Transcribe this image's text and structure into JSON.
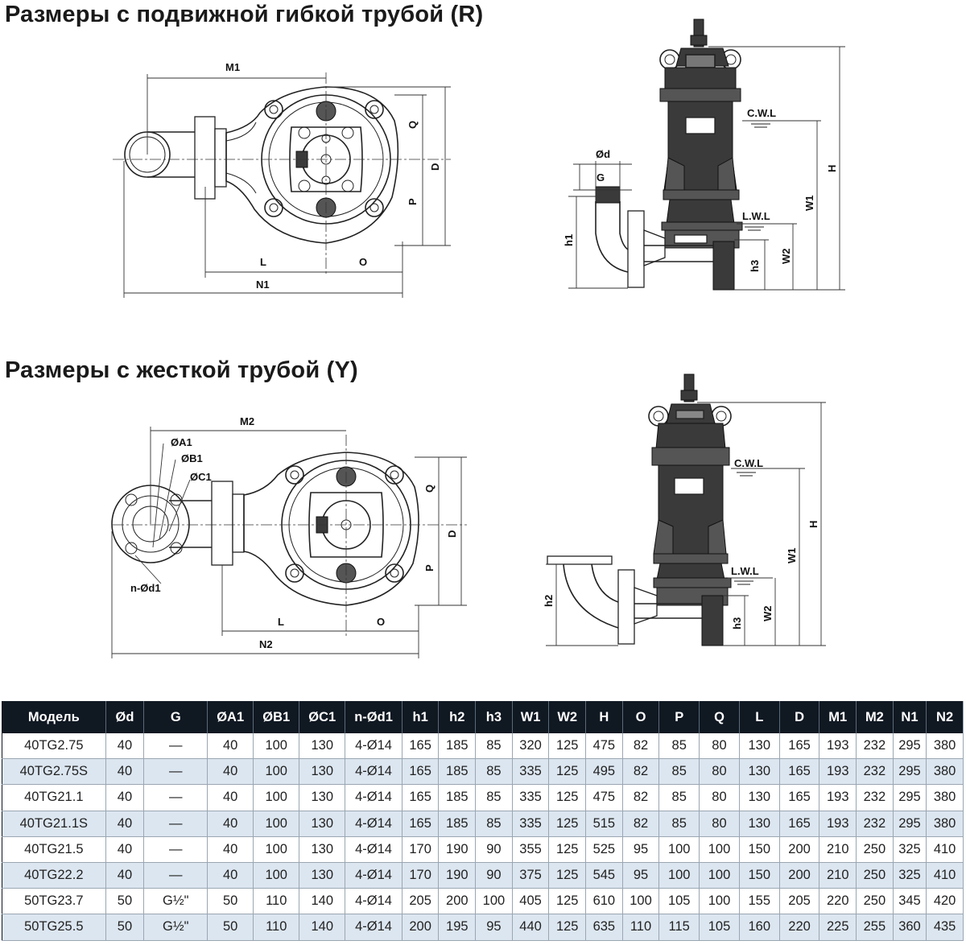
{
  "headings": {
    "flexible": "Размеры с подвижной гибкой трубой (R)",
    "rigid": "Размеры с жесткой трубой (Y)"
  },
  "drawing_r": {
    "top_labels": {
      "M1": "M1",
      "Q": "Q",
      "D": "D",
      "P": "P",
      "L": "L",
      "O": "O",
      "N1": "N1"
    },
    "side_labels": {
      "phi_d": "Ød",
      "G": "G",
      "h1": "h1",
      "CWL": "C.W.L",
      "LWL": "L.W.L",
      "H": "H",
      "W1": "W1",
      "W2": "W2",
      "h3": "h3"
    }
  },
  "drawing_y": {
    "top_labels": {
      "M2": "M2",
      "A1": "ØA1",
      "B1": "ØB1",
      "C1": "ØC1",
      "nd1": "n-Ød1",
      "Q": "Q",
      "D": "D",
      "P": "P",
      "L": "L",
      "O": "O",
      "N2": "N2"
    },
    "side_labels": {
      "h2": "h2",
      "CWL": "C.W.L",
      "LWL": "L.W.L",
      "H": "H",
      "W1": "W1",
      "W2": "W2",
      "h3": "h3"
    }
  },
  "table": {
    "header_bg": "#101822",
    "alt_row_bg": "#dce6f0",
    "columns": [
      "Модель",
      "Ød",
      "G",
      "ØA1",
      "ØB1",
      "ØC1",
      "n-Ød1",
      "h1",
      "h2",
      "h3",
      "W1",
      "W2",
      "H",
      "O",
      "P",
      "Q",
      "L",
      "D",
      "M1",
      "M2",
      "N1",
      "N2"
    ],
    "rows": [
      [
        "40TG2.75",
        "40",
        "—",
        "40",
        "100",
        "130",
        "4-Ø14",
        "165",
        "185",
        "85",
        "320",
        "125",
        "475",
        "82",
        "85",
        "80",
        "130",
        "165",
        "193",
        "232",
        "295",
        "380"
      ],
      [
        "40TG2.75S",
        "40",
        "—",
        "40",
        "100",
        "130",
        "4-Ø14",
        "165",
        "185",
        "85",
        "335",
        "125",
        "495",
        "82",
        "85",
        "80",
        "130",
        "165",
        "193",
        "232",
        "295",
        "380"
      ],
      [
        "40TG21.1",
        "40",
        "—",
        "40",
        "100",
        "130",
        "4-Ø14",
        "165",
        "185",
        "85",
        "335",
        "125",
        "475",
        "82",
        "85",
        "80",
        "130",
        "165",
        "193",
        "232",
        "295",
        "380"
      ],
      [
        "40TG21.1S",
        "40",
        "—",
        "40",
        "100",
        "130",
        "4-Ø14",
        "165",
        "185",
        "85",
        "335",
        "125",
        "515",
        "82",
        "85",
        "80",
        "130",
        "165",
        "193",
        "232",
        "295",
        "380"
      ],
      [
        "40TG21.5",
        "40",
        "—",
        "40",
        "100",
        "130",
        "4-Ø14",
        "170",
        "190",
        "90",
        "355",
        "125",
        "525",
        "95",
        "100",
        "100",
        "150",
        "200",
        "210",
        "250",
        "325",
        "410"
      ],
      [
        "40TG22.2",
        "40",
        "—",
        "40",
        "100",
        "130",
        "4-Ø14",
        "170",
        "190",
        "90",
        "375",
        "125",
        "545",
        "95",
        "100",
        "100",
        "150",
        "200",
        "210",
        "250",
        "325",
        "410"
      ],
      [
        "50TG23.7",
        "50",
        "G½\"",
        "50",
        "110",
        "140",
        "4-Ø14",
        "205",
        "200",
        "100",
        "405",
        "125",
        "610",
        "100",
        "105",
        "100",
        "155",
        "205",
        "220",
        "250",
        "345",
        "420"
      ],
      [
        "50TG25.5",
        "50",
        "G½\"",
        "50",
        "110",
        "140",
        "4-Ø14",
        "200",
        "195",
        "95",
        "440",
        "125",
        "635",
        "110",
        "115",
        "105",
        "160",
        "220",
        "225",
        "255",
        "360",
        "435"
      ]
    ]
  }
}
